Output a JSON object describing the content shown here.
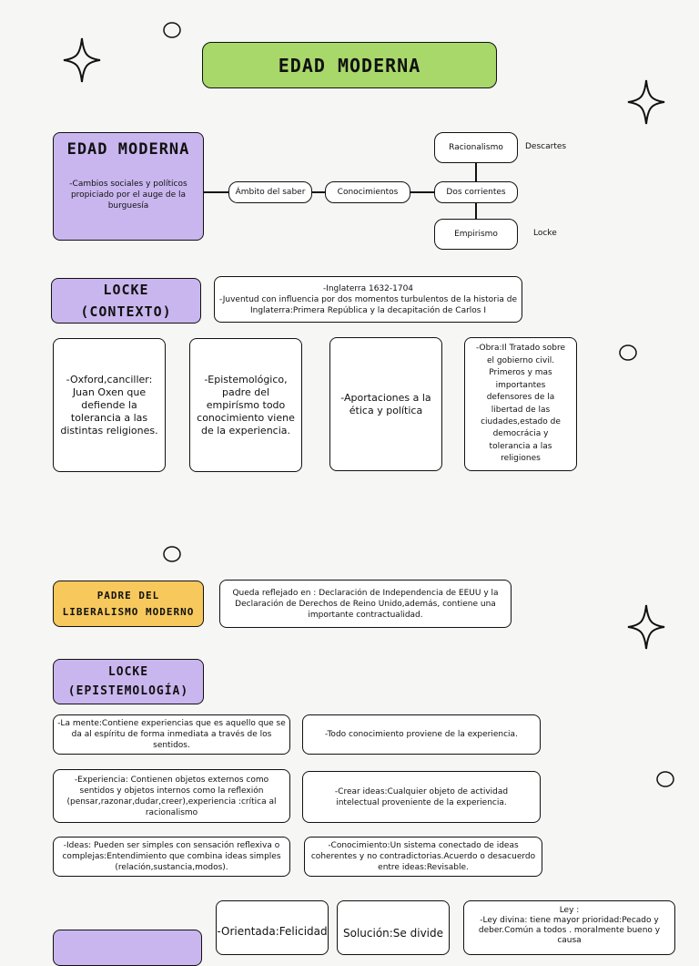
{
  "title": "EDAD MODERNA",
  "intro": {
    "heading": "EDAD MODERNA",
    "text": "-Cambios sociales y políticos propiciado por el auge de la burguesía"
  },
  "flow": {
    "ambito": "Ámbito del saber",
    "conocimientos": "Conocimientos",
    "corrientes": "Dos corrientes",
    "racionalismo": "Racionalismo",
    "empirismo": "Empirismo",
    "descartes": "Descartes",
    "locke": "Locke"
  },
  "contexto": {
    "heading": "LOCKE (CONTEXTO)",
    "info": "-Inglaterra 1632-1704\n-Juventud con influencia por dos momentos turbulentos de la historia de Inglaterra:Primera República y la decapitación de Carlos I",
    "cards": [
      "-Oxford,canciller: Juan Oxen que defiende la tolerancia a las distintas religiones.",
      "-Epistemológico, padre del empirísmo todo conocimiento viene de la experiencia.",
      "-Aportaciones a la ética y política",
      "-Obra:Il Tratado sobre el gobierno civil. Primeros y mas importantes defensores de la libertad de las ciudades,estado de democrácia y tolerancia a las religiones"
    ]
  },
  "liberalismo": {
    "heading": "PADRE DEL LIBERALISMO MODERNO",
    "text": "Queda reflejado en : Declaración de Independencia de EEUU y la Declaración de Derechos de Reino Unido,además, contiene una importante contractualidad."
  },
  "epistemologia": {
    "heading": "LOCKE (EPISTEMOLOGÍA)",
    "items": [
      "-La mente:Contiene experiencias que es aquello que se da al espíritu de forma inmediata a través de los sentidos.",
      "-Todo conocimiento proviene de la experiencia.",
      "-Experiencia: Contienen objetos externos como sentidos y objetos internos como la reflexión (pensar,razonar,dudar,creer),experiencia :crítica al racionalismo",
      "-Crear ideas:Cualquier objeto de actividad intelectual proveniente de la experiencia.",
      "-Ideas: Pueden ser simples con sensación reflexiva o complejas:Entendimiento que combina ideas simples (relación,sustancia,modos).",
      "-Conocimiento:Un sistema conectado de ideas coherentes y no contradictorias.Acuerdo o desacuerdo entre ideas:Revisable."
    ]
  },
  "bottom": {
    "card1": "-Orientada:Felicidad",
    "card2": "Solución:Se divide",
    "ley_title": "Ley :",
    "ley_text": "-Ley divina: tiene mayor prioridad:Pecado y deber.Común a todos . moralmente bueno y causa"
  },
  "icons": [
    "sparkle-icon",
    "circle-icon"
  ]
}
